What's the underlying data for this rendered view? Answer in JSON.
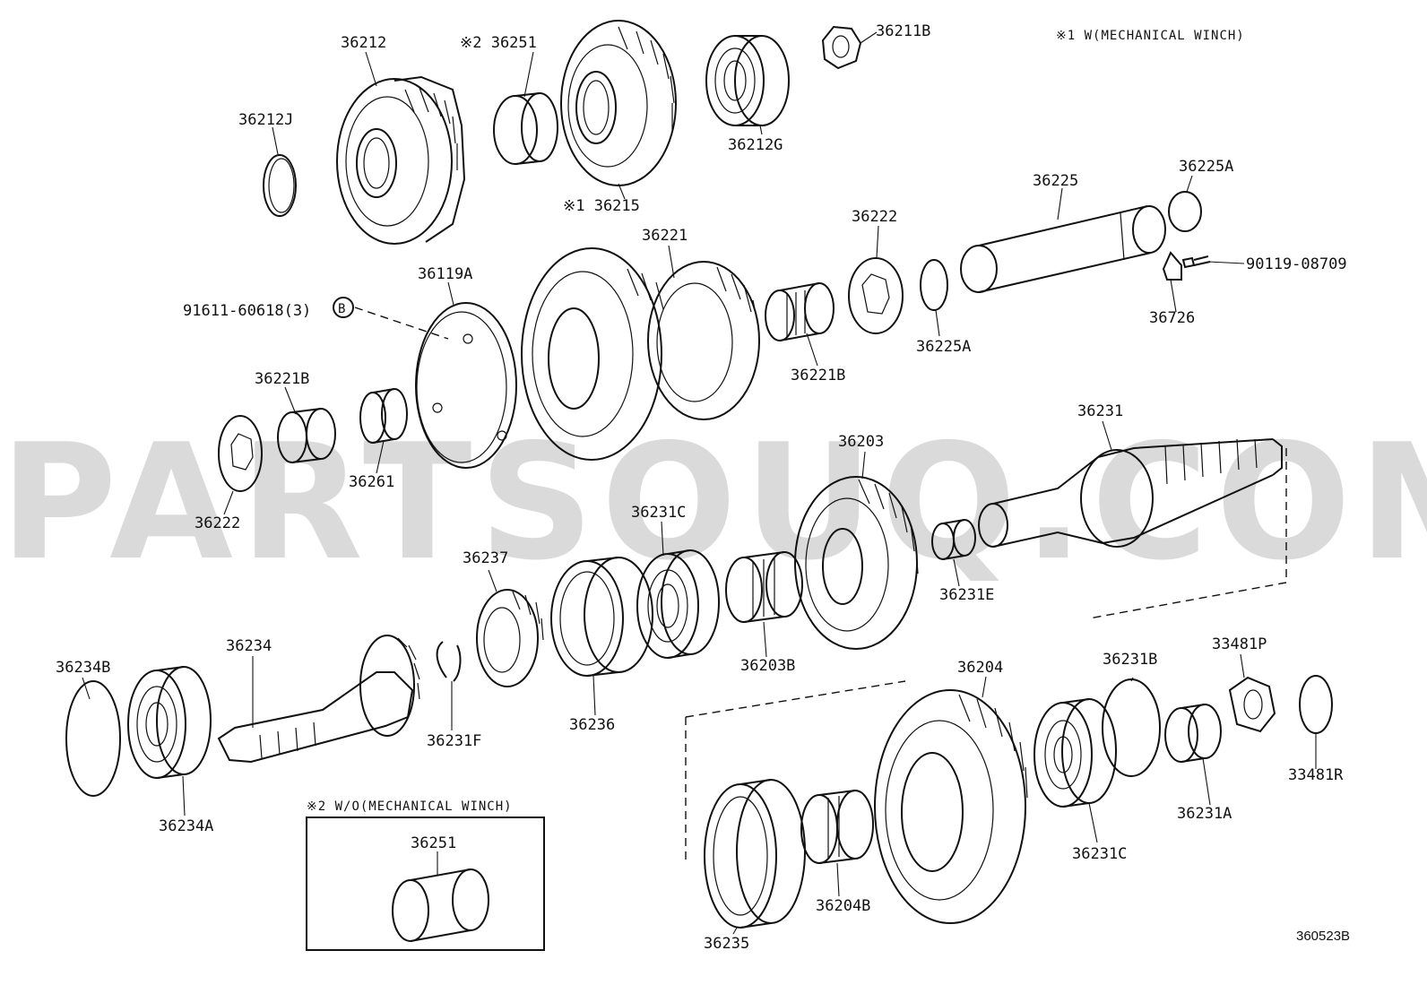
{
  "watermark": "PARTSOUQ.COM",
  "diagram_id": "360523B",
  "notes": {
    "note1": "※1 W(MECHANICAL WINCH)",
    "note2": "※2 W/O(MECHANICAL WINCH)"
  },
  "labels": {
    "p36212": "36212",
    "p36212J": "36212J",
    "p36251": "※2 36251",
    "p36215": "※1 36215",
    "p36212G": "36212G",
    "p36211B": "36211B",
    "p36225": "36225",
    "p36225A_top": "36225A",
    "p90119": "90119-08709",
    "p36726": "36726",
    "p36225A_mid": "36225A",
    "p36222_top": "36222",
    "p36221": "36221",
    "p36221B_right": "36221B",
    "p36119A": "36119A",
    "p91611": "91611-60618(3)",
    "circleB": "B",
    "p36221B_left": "36221B",
    "p36261": "36261",
    "p36222_left": "36222",
    "p36231": "36231",
    "p36203": "36203",
    "p36231C_top": "36231C",
    "p36231E": "36231E",
    "p36237": "36237",
    "p36203B": "36203B",
    "p36234": "36234",
    "p36234B": "36234B",
    "p36231F": "36231F",
    "p36236": "36236",
    "p36234A": "36234A",
    "p36204": "36204",
    "p36231B": "36231B",
    "p33481P": "33481P",
    "p33481R": "33481R",
    "p36231A": "36231A",
    "p36231C_bot": "36231C",
    "p36235": "36235",
    "p36204B": "36204B",
    "p36251_inset": "36251"
  }
}
